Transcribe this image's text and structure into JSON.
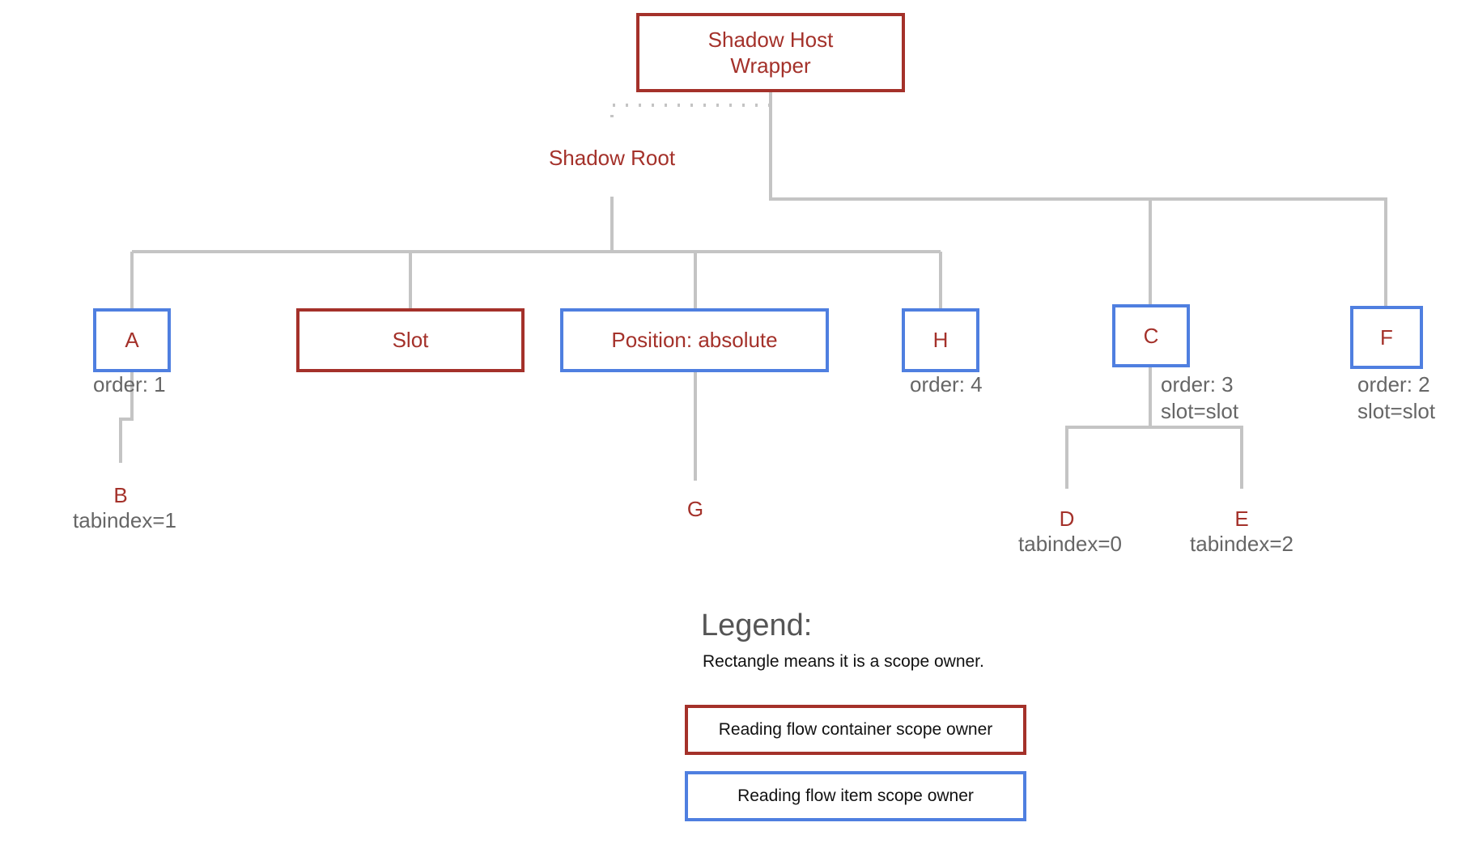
{
  "nodes": {
    "host_line1": "Shadow Host",
    "host_line2": "Wrapper",
    "shadow_root": "Shadow Root",
    "a": "A",
    "slot": "Slot",
    "position": "Position: absolute",
    "h": "H",
    "c": "C",
    "f": "F",
    "b": "B",
    "g": "G",
    "d": "D",
    "e": "E"
  },
  "annotations": {
    "a_order": "order: 1",
    "h_order": "order: 4",
    "c_order": "order: 3",
    "c_slot": "slot=slot",
    "f_order": "order: 2",
    "f_slot": "slot=slot",
    "b_tabindex": "tabindex=1",
    "d_tabindex": "tabindex=0",
    "e_tabindex": "tabindex=2"
  },
  "legend": {
    "title": "Legend:",
    "description": "Rectangle means it is a scope owner.",
    "red_label": "Reading flow container scope owner",
    "blue_label": "Reading flow item scope owner"
  },
  "colors": {
    "container_scope_owner": "#a4312a",
    "item_scope_owner": "#4f7fe0",
    "connector": "#c4c4c4"
  }
}
